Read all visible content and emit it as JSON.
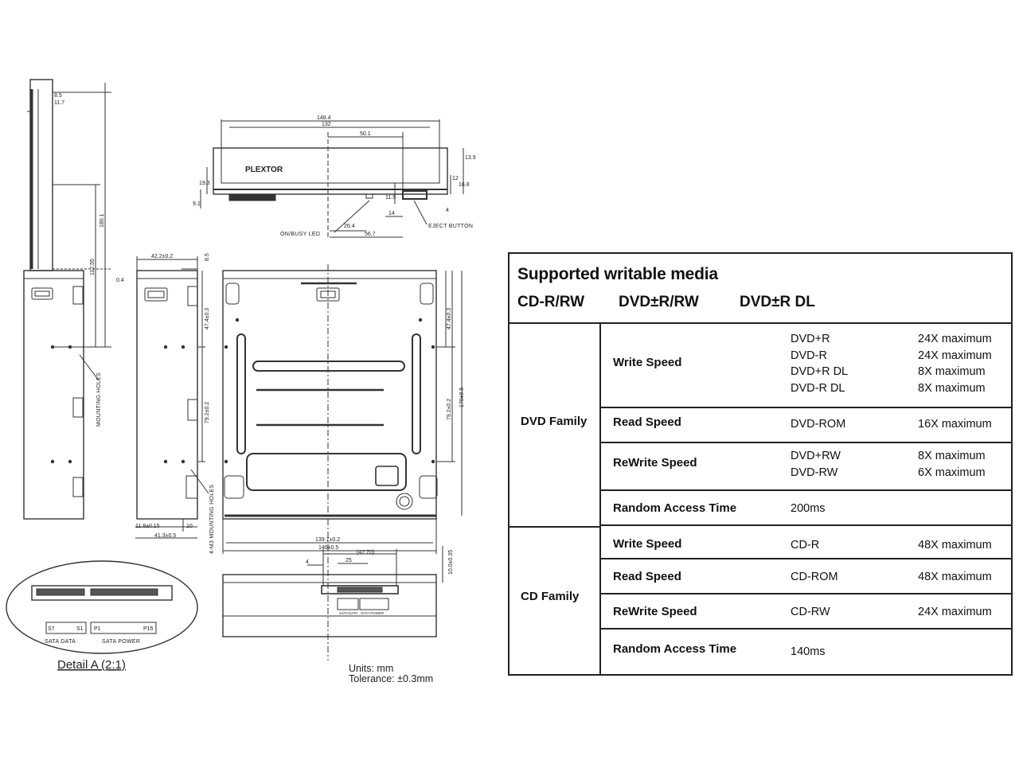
{
  "drawing": {
    "brand": "PLEXTOR",
    "front_dims": [
      "148.4",
      "132",
      "50.1",
      "13.9",
      "12",
      "16.8",
      "19.3",
      "9.1",
      "11.9",
      "4",
      "14",
      "26.4",
      "56.7"
    ],
    "front_labels": {
      "led": "ON/BUSY LED",
      "eject": "EJECT BUTTON"
    },
    "side_top_dims": [
      "8.5",
      "11.7",
      "180.1",
      "112.55"
    ],
    "side_dims": [
      "0.4",
      "42.2±0.2",
      "8.5",
      "47.4±0.3",
      "79.2±0.2",
      "11.8±0.15",
      "10",
      "41.3±0.5"
    ],
    "side_labels": {
      "mounting_holes": "MOUNTING HOLES",
      "m3_holes": "4-M3 MOUNTING HOLES"
    },
    "bottom_dims": [
      "47.4±0.3",
      "79.2±0.2",
      "170±0.5",
      "139.7±0.2",
      "146±0.5"
    ],
    "rear_dims": [
      "(42.70)",
      "25",
      "4",
      "10.0±0.35"
    ],
    "rear_labels": [
      "SATA DATA",
      "SATA POWER"
    ],
    "detail": {
      "data_label": "SATA DATA",
      "power_label": "SATA POWER",
      "s7": "S7",
      "s1": "S1",
      "p1": "P1",
      "p15": "P15",
      "caption": "Detail A (2:1)"
    },
    "units": "Units: mm",
    "tolerance": "Tolerance: ±0.3mm"
  },
  "specs": {
    "title": "Supported writable media",
    "media": [
      "CD-R/RW",
      "DVD±R/RW",
      "DVD±R DL"
    ],
    "families": [
      {
        "name": "DVD Family",
        "rows": [
          {
            "label": "Write Speed",
            "media": [
              "DVD+R",
              "DVD-R",
              "DVD+R DL",
              "DVD-R DL"
            ],
            "values": [
              "24X maximum",
              "24X maximum",
              "8X maximum",
              "8X maximum"
            ]
          },
          {
            "label": "Read Speed",
            "media": [
              "DVD-ROM"
            ],
            "values": [
              "16X maximum"
            ]
          },
          {
            "label": "ReWrite Speed",
            "media": [
              "DVD+RW",
              "DVD-RW"
            ],
            "values": [
              "8X maximum",
              "6X maximum"
            ]
          },
          {
            "label": "Random Access Time",
            "media": [
              "200ms"
            ],
            "values": []
          }
        ]
      },
      {
        "name": "CD Family",
        "rows": [
          {
            "label": "Write Speed",
            "media": [
              "CD-R"
            ],
            "values": [
              "48X maximum"
            ]
          },
          {
            "label": "Read Speed",
            "media": [
              "CD-ROM"
            ],
            "values": [
              "48X maximum"
            ]
          },
          {
            "label": "ReWrite Speed",
            "media": [
              "CD-RW"
            ],
            "values": [
              "24X maximum"
            ]
          },
          {
            "label": "Random Access Time",
            "media": [
              "140ms"
            ],
            "values": []
          }
        ]
      }
    ]
  }
}
